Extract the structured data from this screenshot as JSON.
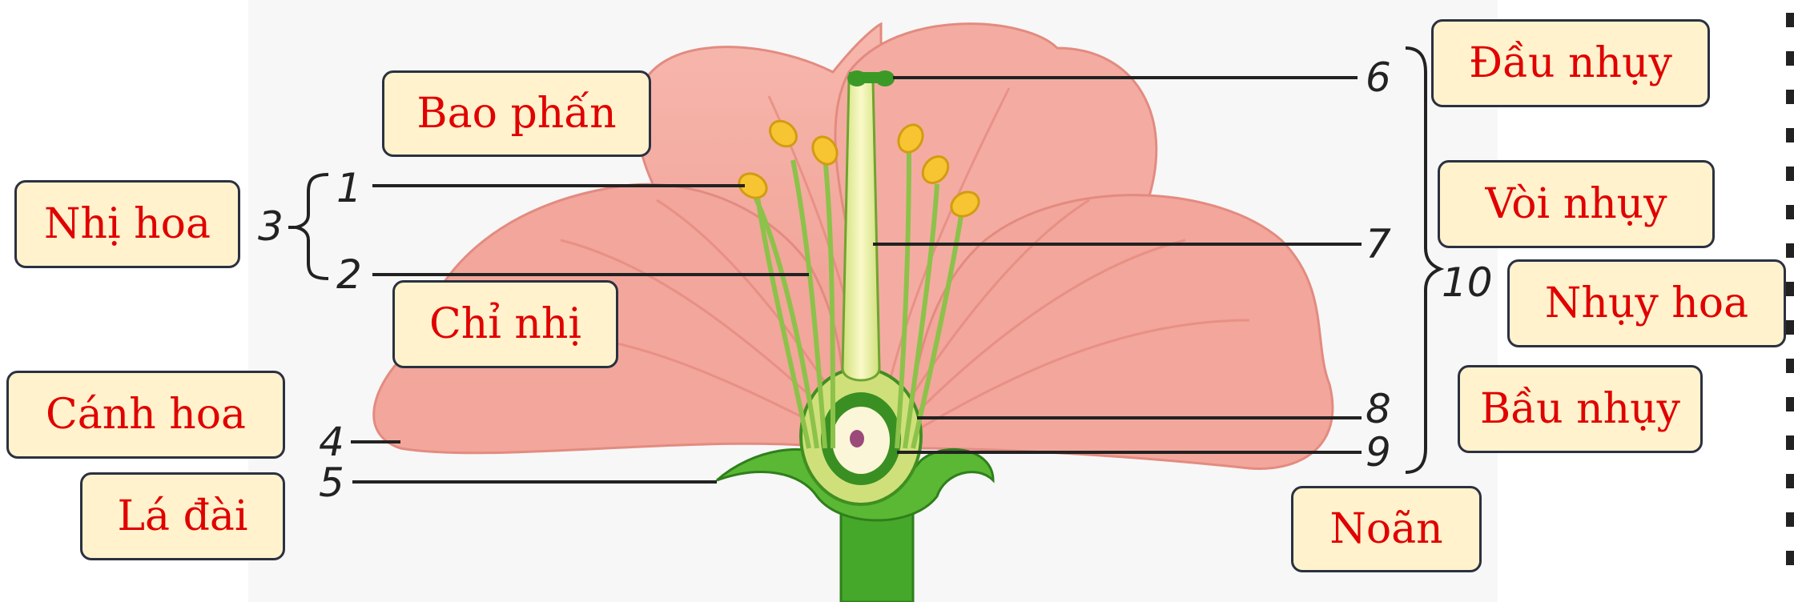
{
  "labels": {
    "bao_phan": "Bao phấn",
    "nhi_hoa": "Nhị hoa",
    "chi_nhi": "Chỉ nhị",
    "canh_hoa": "Cánh hoa",
    "la_dai": "Lá đài",
    "dau_nhuy": "Đầu nhụy",
    "voi_nhuy": "Vòi nhụy",
    "nhuy_hoa": "Nhụy hoa",
    "bau_nhuy": "Bầu nhụy",
    "noan": "Noãn"
  },
  "numbers": {
    "n1": "1",
    "n2": "2",
    "n3": "3",
    "n4": "4",
    "n5": "5",
    "n6": "6",
    "n7": "7",
    "n8": "8",
    "n9": "9",
    "n10": "10"
  },
  "colors": {
    "label_fill": "#fff2cc",
    "label_border": "#2a3140",
    "label_text": "#e00000",
    "petal": "#f4a9a0",
    "petal_dark": "#e58a80",
    "stem_green": "#4caf2a",
    "style_yellow": "#f2f2a6",
    "anther_yellow": "#f6c531"
  }
}
